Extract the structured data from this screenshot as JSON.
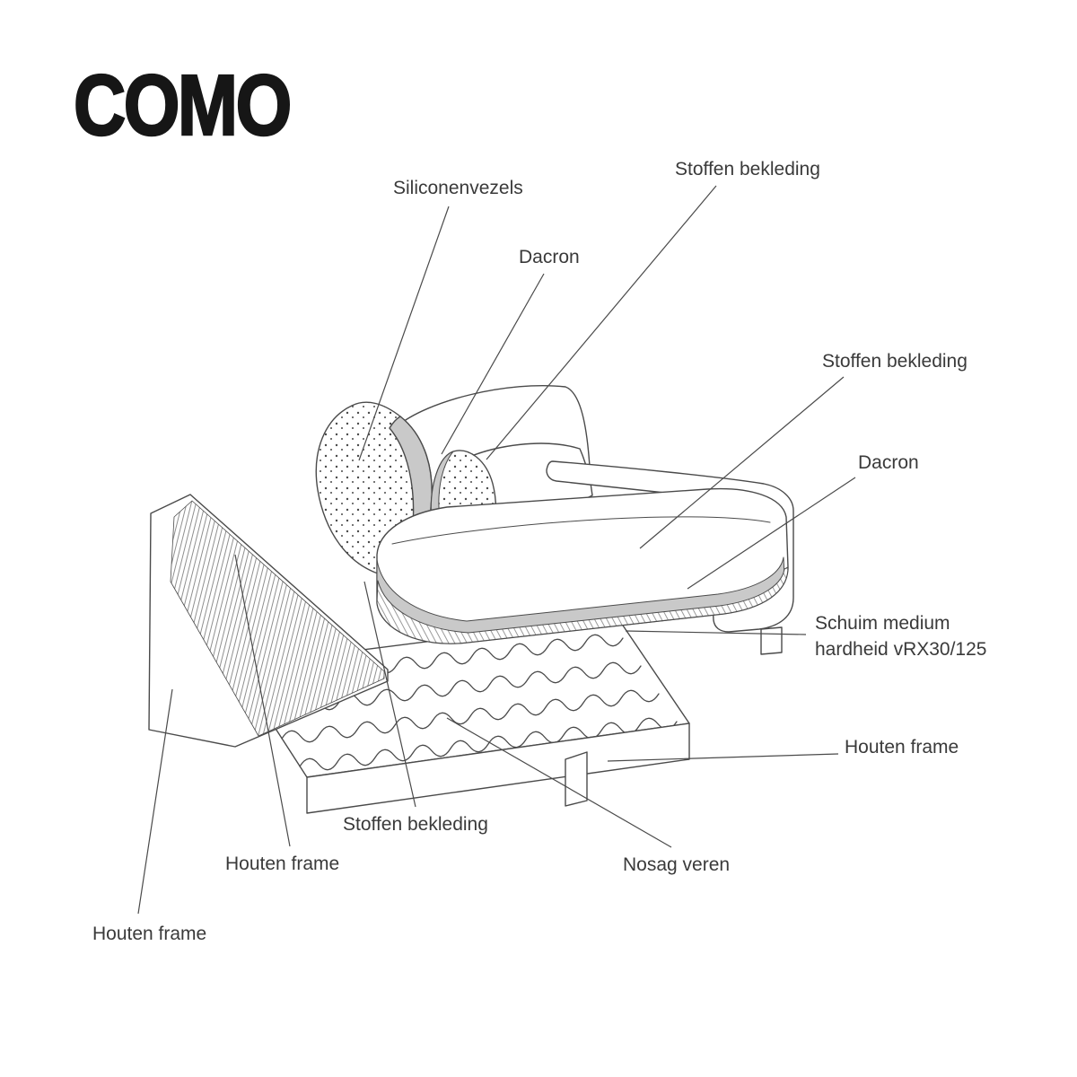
{
  "title": "COMO",
  "labels": {
    "siliconenvezels": "Siliconenvezels",
    "stoffen_bekleding_top": "Stoffen bekleding",
    "dacron_top": "Dacron",
    "stoffen_bekleding_right": "Stoffen bekleding",
    "dacron_right": "Dacron",
    "schuim": "Schuim medium hardheid vRX30/125",
    "houten_frame_right": "Houten frame",
    "nosag_veren": "Nosag veren",
    "stoffen_bekleding_bottom": "Stoffen bekleding",
    "houten_frame_bottom": "Houten frame",
    "houten_frame_bottom_left": "Houten frame"
  },
  "colors": {
    "line": "#4a4a4a",
    "dacron_band": "#c9c9c9",
    "label_text": "#3a3a3a",
    "title_text": "#161616"
  }
}
